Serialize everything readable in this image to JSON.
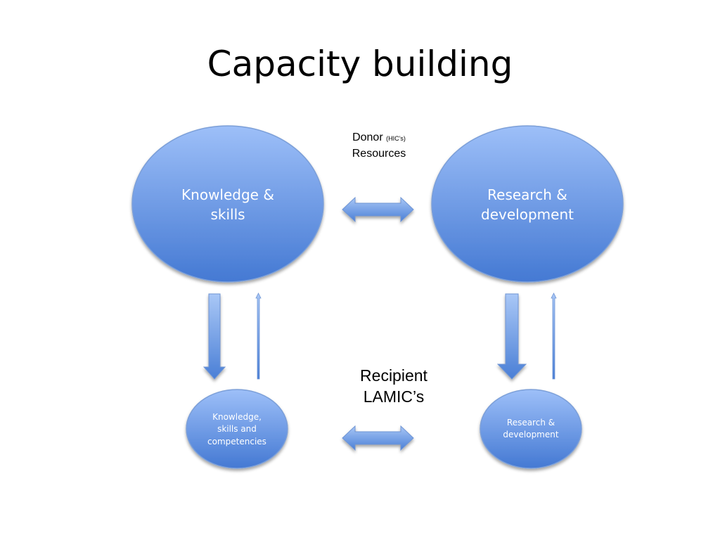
{
  "title": "Capacity building",
  "nodes": {
    "top_left": "Knowledge & skills",
    "top_right": "Research & development",
    "bottom_left": "Knowledge, skills and competencies",
    "bottom_right": "Research & development"
  },
  "donor": {
    "label": "Donor",
    "sub": "(HIC’s)",
    "resources": "Resources"
  },
  "recipient": {
    "line1": "Recipient",
    "line2": "LAMIC’s"
  },
  "colors": {
    "ellipse_light": "#9bbef7",
    "ellipse_dark": "#4a7fd6",
    "ellipse_border": "#7a9ed6"
  }
}
